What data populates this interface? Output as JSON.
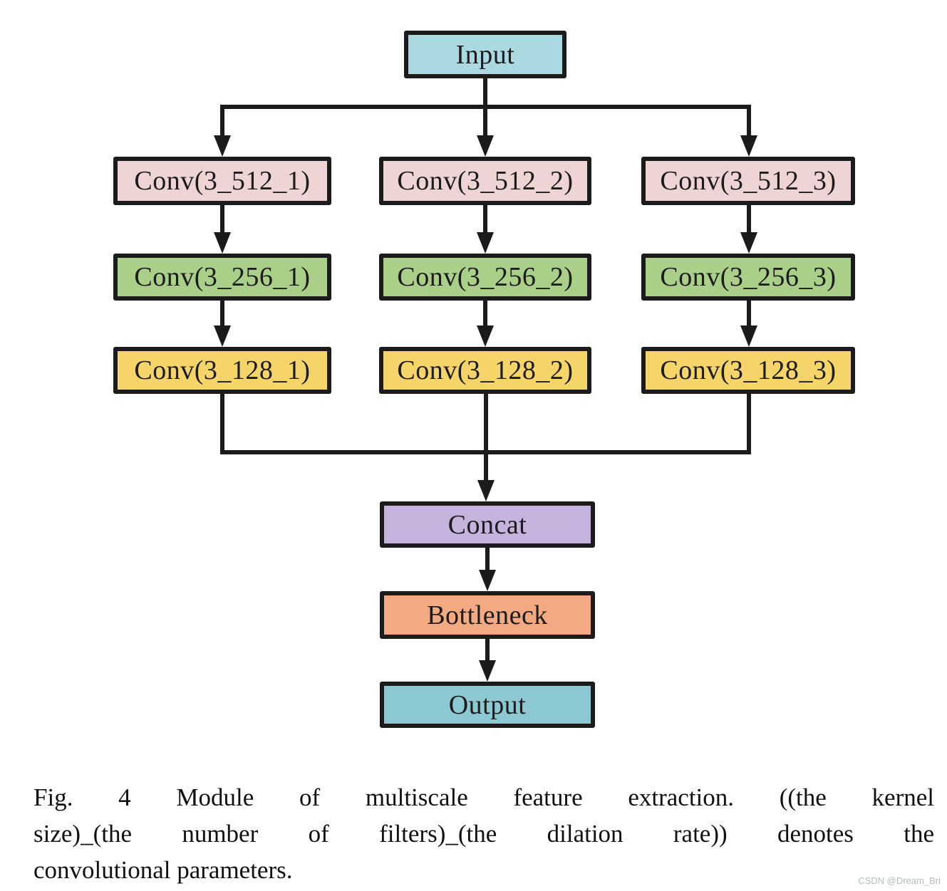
{
  "figure": {
    "nodes": {
      "input": "Input",
      "conv_row1": [
        "Conv(3_512_1)",
        "Conv(3_512_2)",
        "Conv(3_512_3)"
      ],
      "conv_row2": [
        "Conv(3_256_1)",
        "Conv(3_256_2)",
        "Conv(3_256_3)"
      ],
      "conv_row3": [
        "Conv(3_128_1)",
        "Conv(3_128_2)",
        "Conv(3_128_3)"
      ],
      "concat": "Concat",
      "bottleneck": "Bottleneck",
      "output": "Output"
    }
  },
  "caption": {
    "lines": [
      "Fig. 4   Module of multiscale feature extraction. ((the kernel",
      "size)_(the number of filters)_(the dilation rate)) denotes the",
      "convolutional parameters."
    ]
  },
  "watermark": "CSDN @Dream_Bri",
  "colors": {
    "line": "#1b1b1b",
    "box-border": "#1b1b1b",
    "input-fill": "#abd9e2",
    "conv512-fill": "#efd4d6",
    "conv256-fill": "#a9cf88",
    "conv128-fill": "#f5d469",
    "concat-fill": "#c5b3dd",
    "bottleneck-fill": "#f3aa82",
    "output-fill": "#8cc8d2",
    "text": "#1c1c1c",
    "watermark-text": "#b6bac0"
  }
}
